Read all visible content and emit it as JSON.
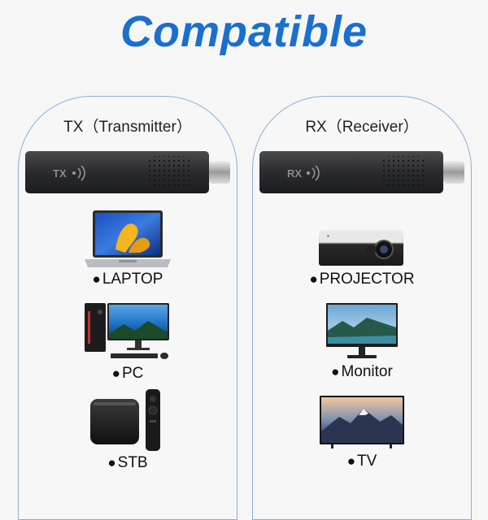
{
  "title": "Compatible",
  "tx": {
    "heading": "TX（Transmitter）",
    "dongle_label": "TX",
    "devices": [
      {
        "label": "LAPTOP",
        "icon": "laptop-icon"
      },
      {
        "label": "PC",
        "icon": "desktop-pc-icon"
      },
      {
        "label": "STB",
        "icon": "set-top-box-icon"
      }
    ]
  },
  "rx": {
    "heading": "RX（Receiver）",
    "dongle_label": "RX",
    "devices": [
      {
        "label": "PROJECTOR",
        "icon": "projector-icon"
      },
      {
        "label": "Monitor",
        "icon": "monitor-icon"
      },
      {
        "label": "TV",
        "icon": "tv-icon"
      }
    ]
  },
  "bullet": "●",
  "colors": {
    "title": "#1a6fd0",
    "panel_border": "#8ab0d8",
    "dongle": "#2f3033"
  }
}
